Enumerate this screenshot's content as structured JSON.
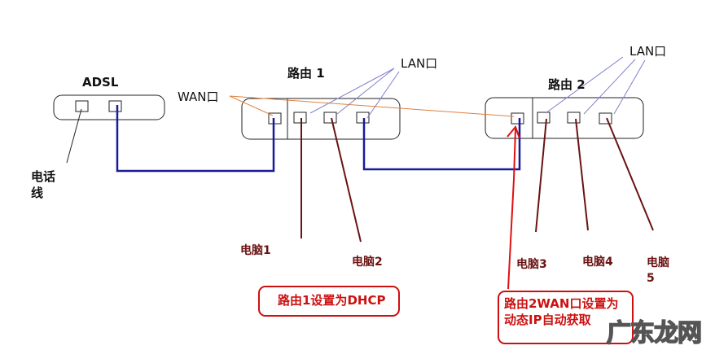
{
  "devices": {
    "adsl": {
      "label": "ADSL"
    },
    "router1": {
      "label": "路由 1"
    },
    "router2": {
      "label": "路由 2"
    }
  },
  "port_labels": {
    "wan": "WAN口",
    "lan1": "LAN口",
    "lan2": "LAN口",
    "phone_line": [
      "电话",
      "线"
    ]
  },
  "computers": [
    "电脑1",
    "电脑2",
    "电脑3",
    "电脑4",
    "电脑5"
  ],
  "computer5_lines": [
    "电脑",
    "5"
  ],
  "notes": {
    "router1": "路由1设置为DHCP",
    "router2": [
      "路由2WAN口设置为",
      "动态IP自动获取"
    ]
  },
  "watermark": "广东龙网",
  "colors": {
    "cable_blue": "#1a1a99",
    "pc_cable": "#6b1313",
    "annotation_orange": "#e08040",
    "annotation_purple": "#8080cc",
    "note_red": "#cc1111"
  }
}
